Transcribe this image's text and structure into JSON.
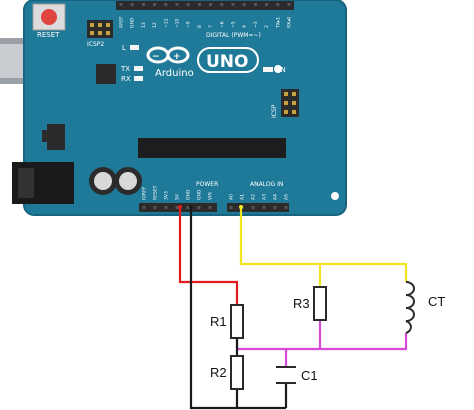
{
  "board": {
    "brand": "Arduino",
    "model": "UNO",
    "reset_label": "RESET",
    "icsp2_label": "ICSP2",
    "icsp_label": "ICSP",
    "l_label": "L",
    "tx_label": "TX",
    "rx_label": "RX",
    "on_label": "ON",
    "digital_label": "DIGITAL (PWM=~)",
    "power_label": "POWER",
    "analog_label": "ANALOG IN",
    "digital_pins": [
      "AREF",
      "GND",
      "13",
      "12",
      "~11",
      "~10",
      "~9",
      "8",
      "7",
      "~6",
      "~5",
      "4",
      "~3",
      "2",
      "TX▸1",
      "RX◂0"
    ],
    "power_pins": [
      "IOREF",
      "RESET",
      "3V3",
      "5V",
      "GND",
      "GND",
      "VIN"
    ],
    "analog_pins": [
      "A0",
      "A1",
      "A2",
      "A3",
      "A4",
      "A5"
    ]
  },
  "components": {
    "r1": "R1",
    "r2": "R2",
    "r3": "R3",
    "c1": "C1",
    "ct": "CT"
  },
  "colors": {
    "board": "#1f7a99",
    "board_edge": "#17647f",
    "header": "#2b2b2b",
    "wire_5v": "#e01b1b",
    "wire_gnd": "#1a1a1a",
    "wire_a1": "#f2e41e",
    "wire_mid": "#d84bd8",
    "resistor": "#2a2a2a"
  }
}
